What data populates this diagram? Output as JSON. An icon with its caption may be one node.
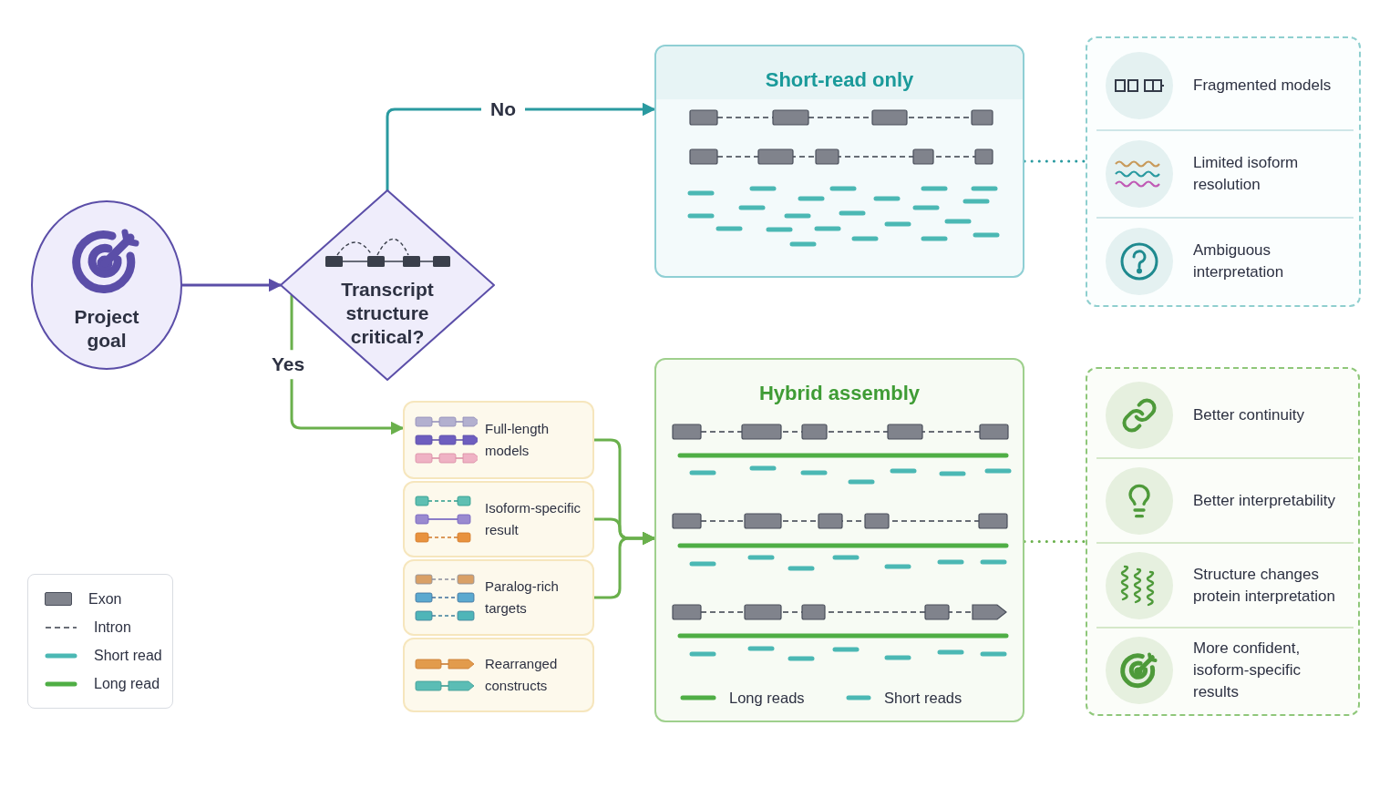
{
  "diagram": {
    "nodes": [
      {
        "text": [
          "Project goal"
        ]
      },
      {
        "text": [
          "Transcript structure critical?"
        ]
      },
      {
        "text": [
          "Short-read only"
        ]
      },
      {
        "text": [],
        "shape": "box"
      },
      {
        "text": [
          "Fragmented models"
        ],
        "in": 3
      },
      {
        "text": [
          "Limited isoform resolution"
        ],
        "in": 3
      },
      {
        "text": [
          "Ambiguous interpretation"
        ],
        "in": 3
      },
      {
        "text": [
          "Full-length models"
        ]
      },
      {
        "text": [
          "Isoform-specific result"
        ]
      },
      {
        "text": [
          "Paralog-rich targets"
        ]
      },
      {
        "text": [
          "Rearranged constructs"
        ]
      },
      {
        "text": [
          "Hybrid assembly"
        ]
      },
      {
        "text": [],
        "shape": "box"
      },
      {
        "text": [
          "Better continuity"
        ],
        "in": 12
      },
      {
        "text": [
          "Better interpretability"
        ],
        "in": 12
      },
      {
        "text": [
          "Structure changes protein interpretation"
        ],
        "in": 12
      },
      {
        "text": [
          "More confident, isoform-specific results"
        ],
        "in": 12
      }
    ],
    "edges": [
      {
        "from": 0,
        "to": 1,
        "arrow": "to",
        "color": "#5b4ea8"
      },
      {
        "from": 1,
        "to": 2,
        "arrow": "to",
        "label": "No",
        "color": "#2a9aa0"
      },
      {
        "from": 1,
        "to": 7,
        "arrow": "to",
        "label": "Yes",
        "color": "#6ab04c"
      },
      {
        "from": 7,
        "to": 11,
        "arrow": "to",
        "color": "#6ab04c"
      },
      {
        "from": 8,
        "to": 11,
        "arrow": "to",
        "color": "#6ab04c"
      },
      {
        "from": 9,
        "to": 11,
        "arrow": "to",
        "color": "#6ab04c"
      },
      {
        "from": 2,
        "to": 3,
        "arrow": "none",
        "style": "dashed",
        "color": "#2a9aa0"
      },
      {
        "from": 11,
        "to": 12,
        "arrow": "none",
        "style": "dashed",
        "color": "#6ab04c"
      }
    ],
    "labels": [
      "Long reads",
      "Short reads"
    ],
    "legend": [
      {
        "text": "Exon",
        "color": "#80838c"
      },
      {
        "text": "Intron"
      },
      {
        "text": "Short read"
      },
      {
        "text": "Long read"
      }
    ]
  }
}
